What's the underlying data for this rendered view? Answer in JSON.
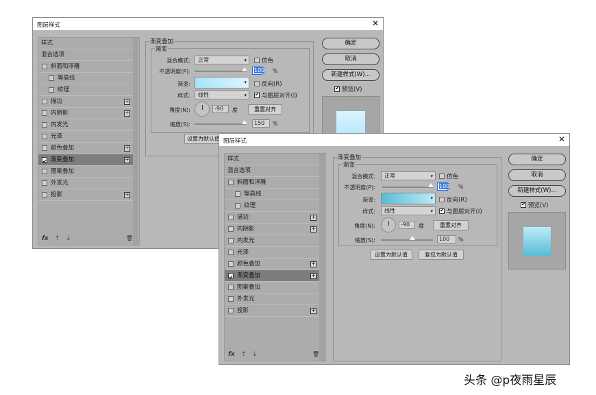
{
  "watermark": "头条 @p夜雨星辰",
  "dialog1": {
    "title": "图层样式",
    "close": "✕",
    "list": {
      "items": [
        {
          "label": "样式",
          "checkbox": false,
          "checked": false,
          "plus": false,
          "indent": 0
        },
        {
          "label": "混合选项",
          "checkbox": false,
          "checked": false,
          "plus": false,
          "indent": 0
        },
        {
          "label": "斜面和浮雕",
          "checkbox": true,
          "checked": false,
          "plus": false,
          "indent": 0
        },
        {
          "label": "等高线",
          "checkbox": true,
          "checked": false,
          "plus": false,
          "indent": 1
        },
        {
          "label": "纹理",
          "checkbox": true,
          "checked": false,
          "plus": false,
          "indent": 1
        },
        {
          "label": "描边",
          "checkbox": true,
          "checked": false,
          "plus": true,
          "indent": 0
        },
        {
          "label": "内阴影",
          "checkbox": true,
          "checked": false,
          "plus": true,
          "indent": 0
        },
        {
          "label": "内发光",
          "checkbox": true,
          "checked": false,
          "plus": false,
          "indent": 0
        },
        {
          "label": "光泽",
          "checkbox": true,
          "checked": false,
          "plus": false,
          "indent": 0
        },
        {
          "label": "颜色叠加",
          "checkbox": true,
          "checked": false,
          "plus": true,
          "indent": 0
        },
        {
          "label": "渐变叠加",
          "checkbox": true,
          "checked": true,
          "plus": true,
          "indent": 0,
          "selected": true
        },
        {
          "label": "图案叠加",
          "checkbox": true,
          "checked": false,
          "plus": false,
          "indent": 0
        },
        {
          "label": "外发光",
          "checkbox": true,
          "checked": false,
          "plus": false,
          "indent": 0
        },
        {
          "label": "投影",
          "checkbox": true,
          "checked": false,
          "plus": true,
          "indent": 0
        }
      ]
    },
    "footer": {
      "fx": "fx",
      "up": "⇡",
      "down": "⇣",
      "trash": "🗑"
    },
    "section": "渐变叠加",
    "group": "渐变",
    "blend_label": "混合模式:",
    "blend_value": "正常",
    "dither_label": "仿色",
    "opacity_label": "不透明度(P):",
    "opacity_value": "100",
    "opacity_fraction": 1.0,
    "gradient_label": "渐变:",
    "reverse_label": "反向(R)",
    "style_label": "样式:",
    "style_value": "线性",
    "align_label": "与图层对齐(I)",
    "angle_label": "角度(N):",
    "angle_value": "-90",
    "angle_unit": "度",
    "reset_align": "重置对齐",
    "scale_label": "缩放(S):",
    "scale_value": "150",
    "scale_fraction": 1.0,
    "percent": "%",
    "set_default": "设置为默认值",
    "ok": "确定",
    "cancel": "取消",
    "new_style": "新建样式(W)...",
    "preview": "预览(V)",
    "gradient_colors": [
      "#a8e4fb",
      "#dcf4ff"
    ]
  },
  "dialog2": {
    "title": "图层样式",
    "close": "✕",
    "list": {
      "items": [
        {
          "label": "样式",
          "checkbox": false,
          "checked": false,
          "plus": false,
          "indent": 0
        },
        {
          "label": "混合选项",
          "checkbox": false,
          "checked": false,
          "plus": false,
          "indent": 0
        },
        {
          "label": "斜面和浮雕",
          "checkbox": true,
          "checked": false,
          "plus": false,
          "indent": 0
        },
        {
          "label": "等高线",
          "checkbox": true,
          "checked": false,
          "plus": false,
          "indent": 1
        },
        {
          "label": "纹理",
          "checkbox": true,
          "checked": false,
          "plus": false,
          "indent": 1
        },
        {
          "label": "描边",
          "checkbox": true,
          "checked": false,
          "plus": true,
          "indent": 0
        },
        {
          "label": "内阴影",
          "checkbox": true,
          "checked": false,
          "plus": true,
          "indent": 0
        },
        {
          "label": "内发光",
          "checkbox": true,
          "checked": false,
          "plus": false,
          "indent": 0
        },
        {
          "label": "光泽",
          "checkbox": true,
          "checked": false,
          "plus": false,
          "indent": 0
        },
        {
          "label": "颜色叠加",
          "checkbox": true,
          "checked": false,
          "plus": true,
          "indent": 0
        },
        {
          "label": "渐变叠加",
          "checkbox": true,
          "checked": true,
          "plus": true,
          "indent": 0,
          "selected": true
        },
        {
          "label": "图案叠加",
          "checkbox": true,
          "checked": false,
          "plus": false,
          "indent": 0
        },
        {
          "label": "外发光",
          "checkbox": true,
          "checked": false,
          "plus": false,
          "indent": 0
        },
        {
          "label": "投影",
          "checkbox": true,
          "checked": false,
          "plus": true,
          "indent": 0
        }
      ]
    },
    "footer": {
      "fx": "fx",
      "up": "⇡",
      "down": "⇣",
      "trash": "🗑"
    },
    "section": "渐变叠加",
    "group": "渐变",
    "blend_label": "混合模式:",
    "blend_value": "正常",
    "dither_label": "仿色",
    "opacity_label": "不透明度(P):",
    "opacity_value": "100",
    "opacity_fraction": 1.0,
    "gradient_label": "渐变:",
    "reverse_label": "反向(R)",
    "style_label": "样式:",
    "style_value": "线性",
    "align_label": "与图层对齐(I)",
    "angle_label": "角度(N):",
    "angle_value": "-90",
    "angle_unit": "度",
    "reset_align": "重置对齐",
    "scale_label": "缩放(S):",
    "scale_value": "100",
    "scale_fraction": 0.5,
    "percent": "%",
    "set_default": "设置为默认值",
    "reset_default": "复位为默认值",
    "ok": "确定",
    "cancel": "取消",
    "new_style": "新建样式(W)...",
    "preview": "预览(V)",
    "gradient_colors": [
      "#58bcd8",
      "#bdeaf6"
    ]
  }
}
